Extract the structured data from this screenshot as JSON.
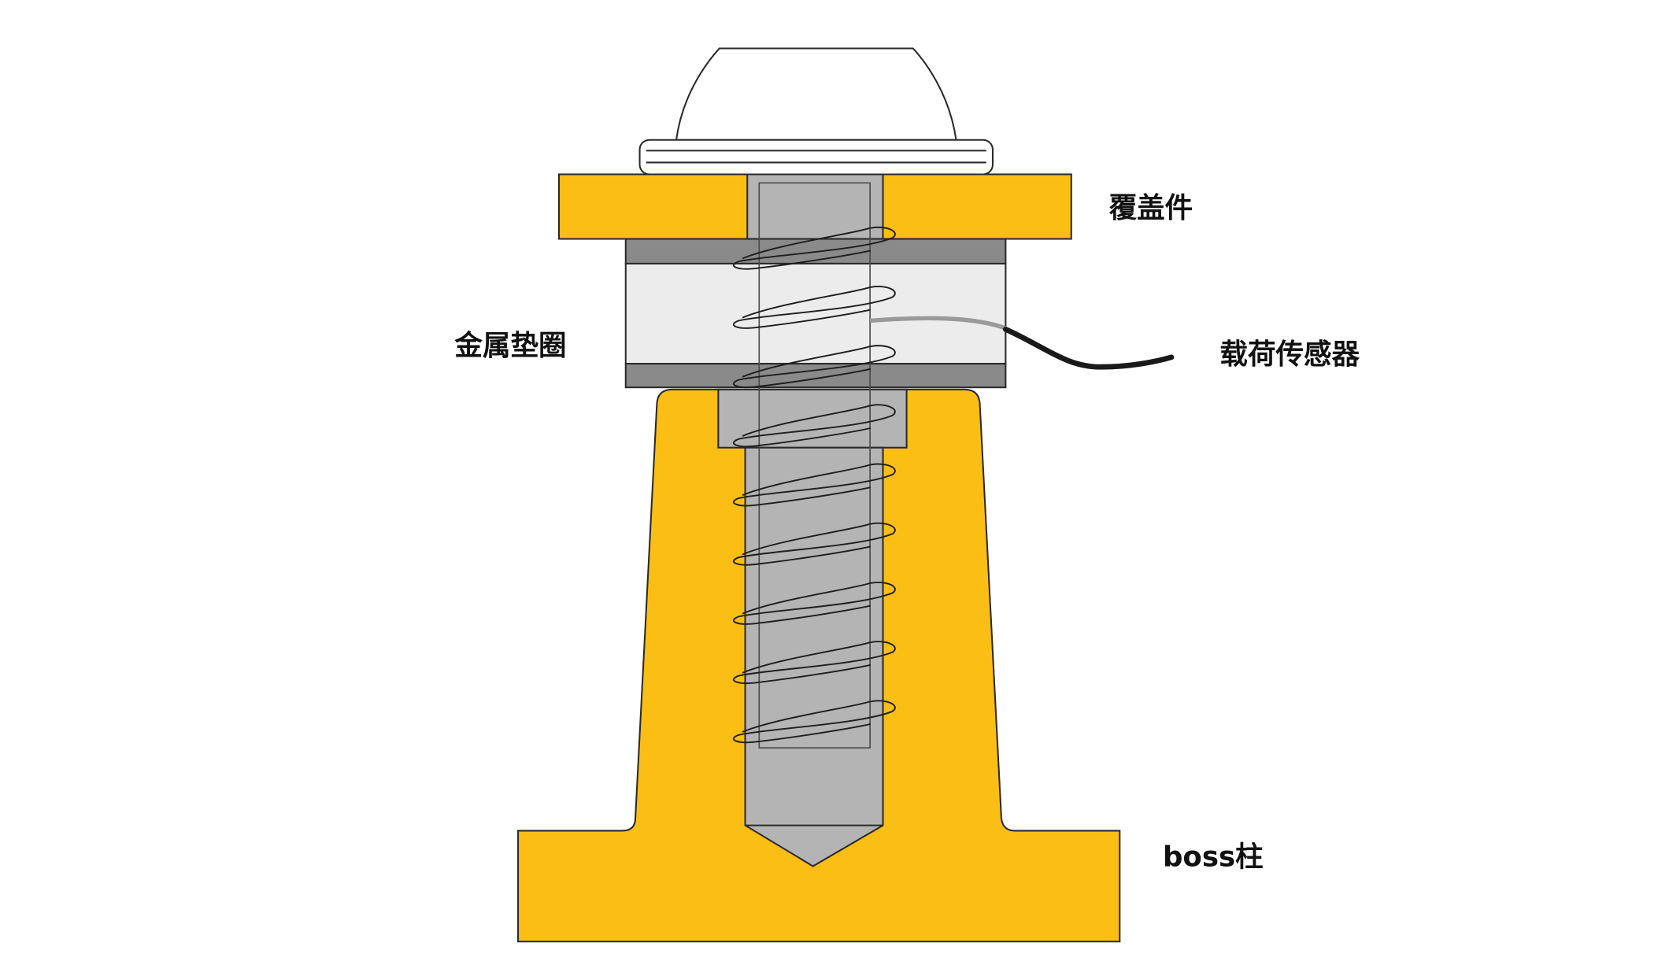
{
  "labels": {
    "cover": "覆盖件",
    "washer": "金属垫圈",
    "sensor": "载荷传感器",
    "boss": "boss柱"
  },
  "colors": {
    "part_yellow": "#FBBE14",
    "screw_gray": "#B4B4B4",
    "washer_dark": "#8A8A8A",
    "washer_light": "#ECECEC",
    "cable_black": "#1A1A1A",
    "cable_gray": "#9A9A9A"
  }
}
